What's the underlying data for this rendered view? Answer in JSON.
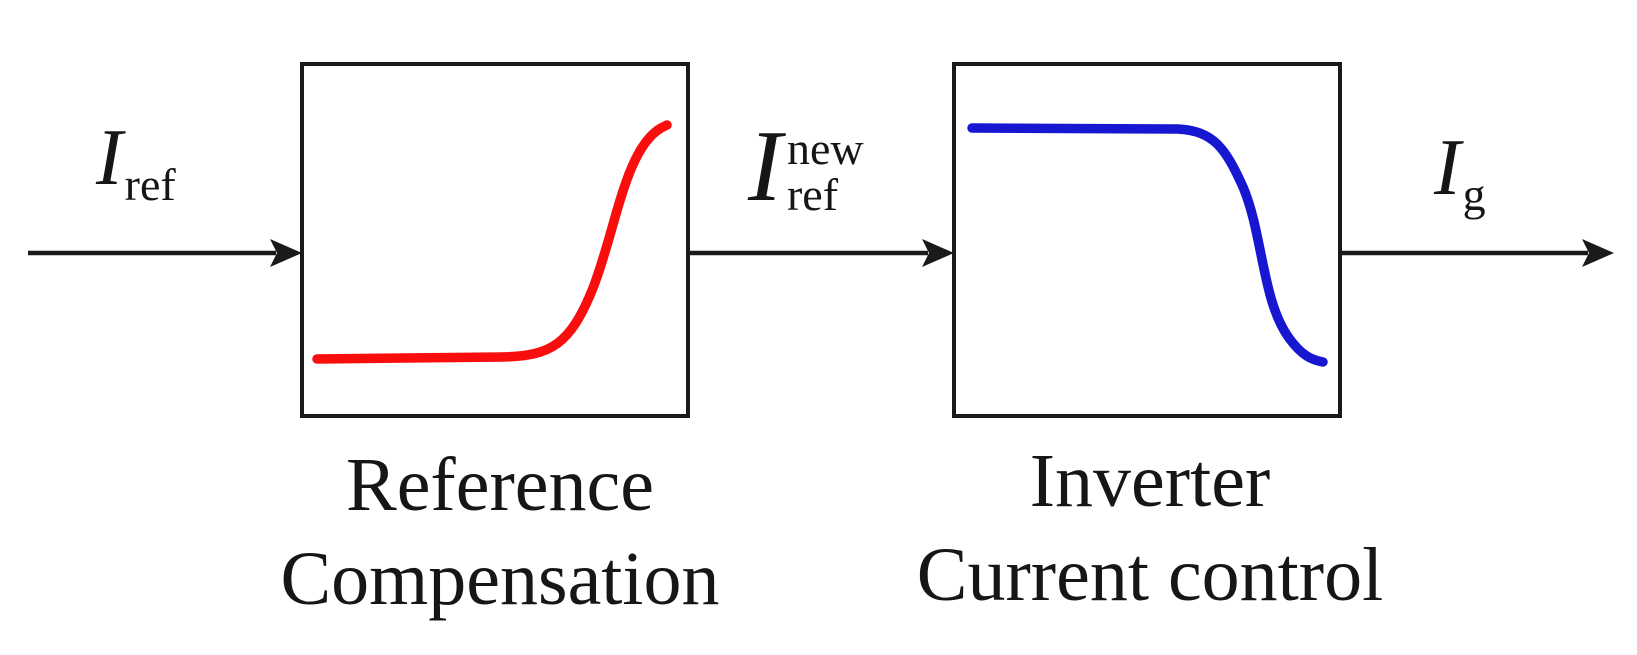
{
  "diagram": {
    "background_color": "#ffffff",
    "arrow_color": "#1a1a1a",
    "input_label": {
      "base": "I",
      "sub": "ref"
    },
    "intermediate_label": {
      "base": "I",
      "sup": "new",
      "sub": "ref"
    },
    "output_label": {
      "base": "I",
      "sub": "g"
    },
    "blocks": [
      {
        "label_line1": "Reference",
        "label_line2": "Compensation",
        "curve_type": "rising-sigmoid",
        "curve_color": "#f90d0d"
      },
      {
        "label_line1": "Inverter",
        "label_line2": "Current control",
        "curve_type": "falling-sigmoid",
        "curve_color": "#1717d2"
      }
    ]
  }
}
